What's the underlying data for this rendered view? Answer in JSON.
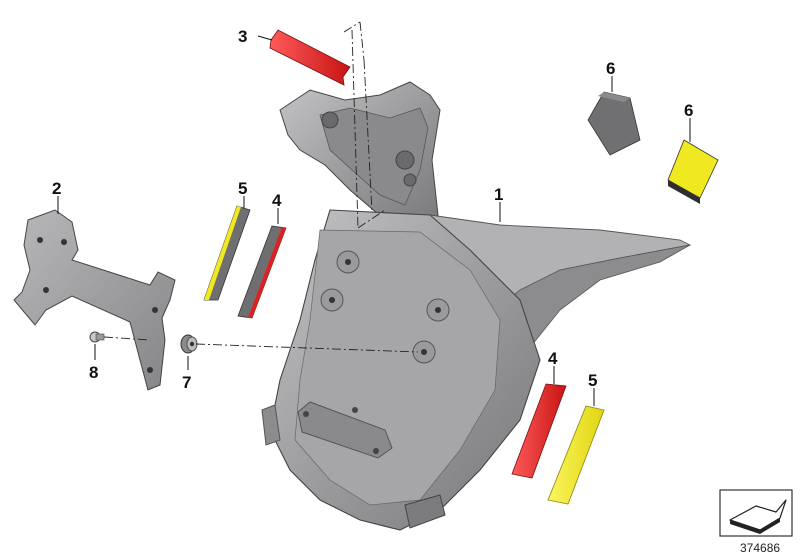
{
  "diagram": {
    "callouts": [
      "1",
      "2",
      "3",
      "4",
      "4",
      "5",
      "5",
      "6",
      "6",
      "7",
      "8"
    ],
    "image_number": "374686",
    "nav_icon": "arrow-box-icon",
    "colors": {
      "body": "#9a9a9c",
      "body_dark": "#6e6e70",
      "body_light": "#c8c8ca",
      "reflector_red": "#e02020",
      "reflector_yellow": "#f0e820",
      "pad_grey": "#6f6f71",
      "outline": "#2a2a2a"
    }
  }
}
